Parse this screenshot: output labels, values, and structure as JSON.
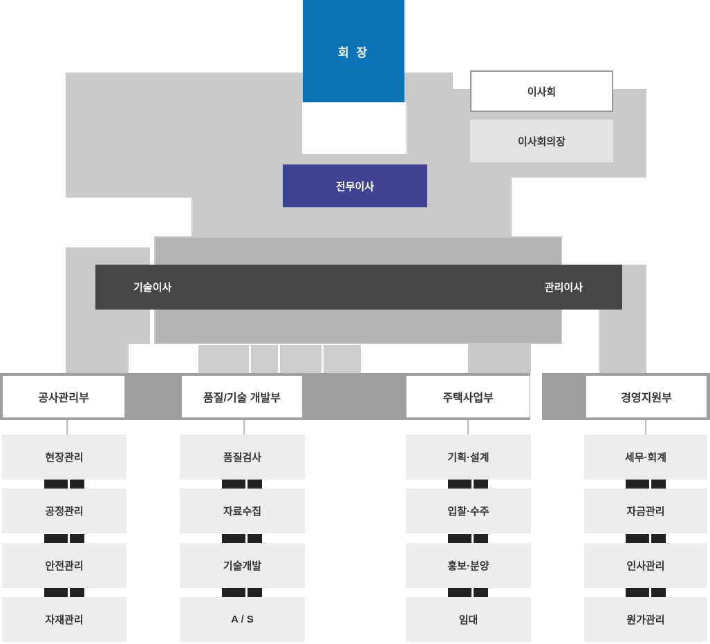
{
  "org_chart": {
    "chairman": "회 장",
    "board": "이사회",
    "board_chairman": "이사회의장",
    "executive_director": "전무이사",
    "technical_director": "기술이사",
    "management_director": "관리이사",
    "departments": [
      {
        "name": "공사관리부",
        "teams": [
          "현장관리",
          "공정관리",
          "안전관리",
          "자재관리"
        ]
      },
      {
        "name": "품질/기술 개발부",
        "teams": [
          "품질검사",
          "자료수집",
          "기술개발",
          "A / S"
        ]
      },
      {
        "name": "주택사업부",
        "teams": [
          "기획·설계",
          "입찰·수주",
          "홍보·분양",
          "임대"
        ]
      },
      {
        "name": "경영지원부",
        "teams": [
          "세무·회계",
          "자금관리",
          "인사관리",
          "원가관리"
        ]
      }
    ],
    "colors": {
      "chairman_blue": "#0b73b8",
      "executive_indigo": "#3f4394",
      "director_bar_dark": "#464646",
      "connector_gray": "#cacaca",
      "mid_panel_gray": "#b3b3b3",
      "department_band_gray": "#9e9e9e",
      "team_box_gray": "#ededed",
      "board_chairman_gray": "#e3e3e3",
      "dark_connector": "#232323"
    }
  }
}
